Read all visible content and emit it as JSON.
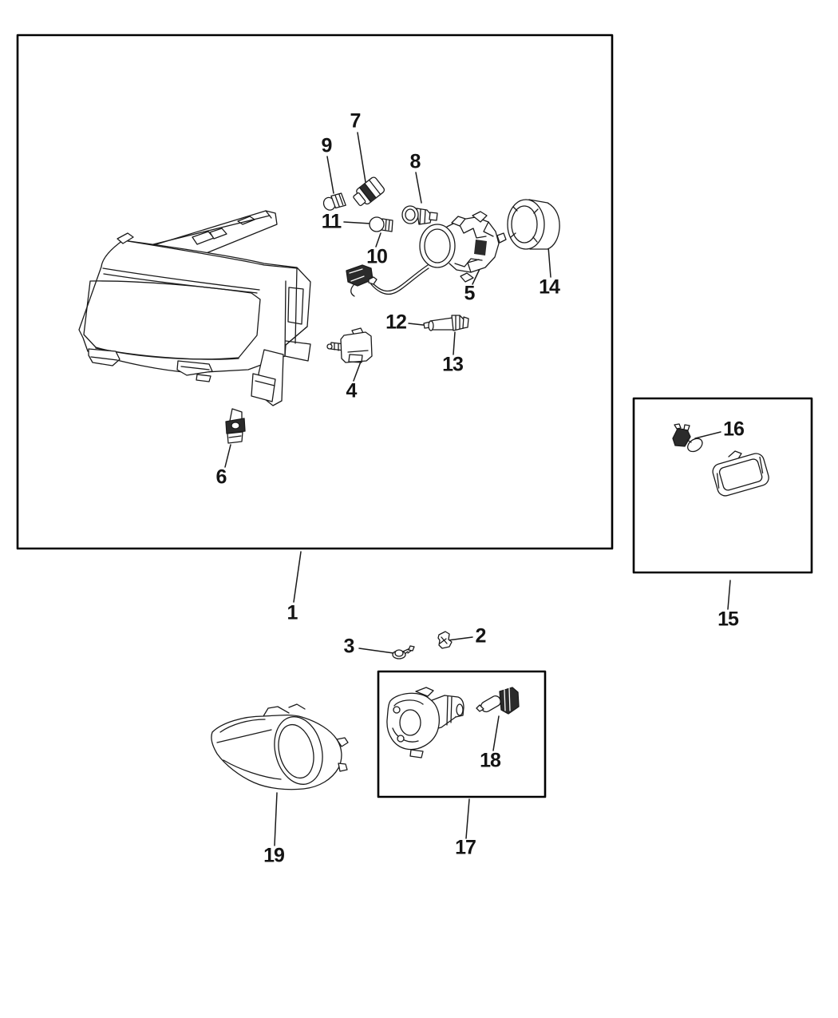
{
  "diagram": {
    "callouts": [
      "1",
      "2",
      "3",
      "4",
      "5",
      "6",
      "7",
      "8",
      "9",
      "10",
      "11",
      "12",
      "13",
      "14",
      "15",
      "16",
      "17",
      "18",
      "19"
    ]
  },
  "colors": {
    "line": "#1a1a1a",
    "box_border": "#000000",
    "background": "#ffffff"
  }
}
